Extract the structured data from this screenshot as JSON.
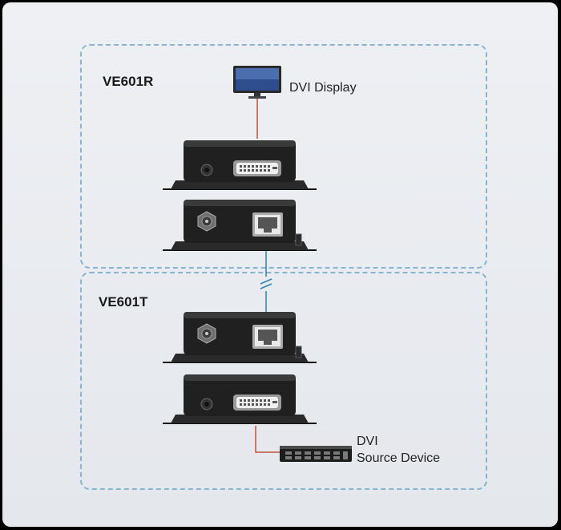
{
  "receiver": {
    "model": "VE601R",
    "display_label": "DVI Display"
  },
  "transmitter": {
    "model": "VE601T",
    "source_label_line1": "DVI",
    "source_label_line2": "Source Device"
  },
  "colors": {
    "dvi_cable": "#c0543a",
    "cat_cable": "#2f7fb8",
    "group_border": "#86b5d2",
    "unit_body": "#202020"
  },
  "icons": [
    "monitor-icon",
    "dvi-port-icon",
    "power-jack-icon",
    "rj45-port-icon",
    "coax-connector-icon",
    "source-device-icon"
  ]
}
